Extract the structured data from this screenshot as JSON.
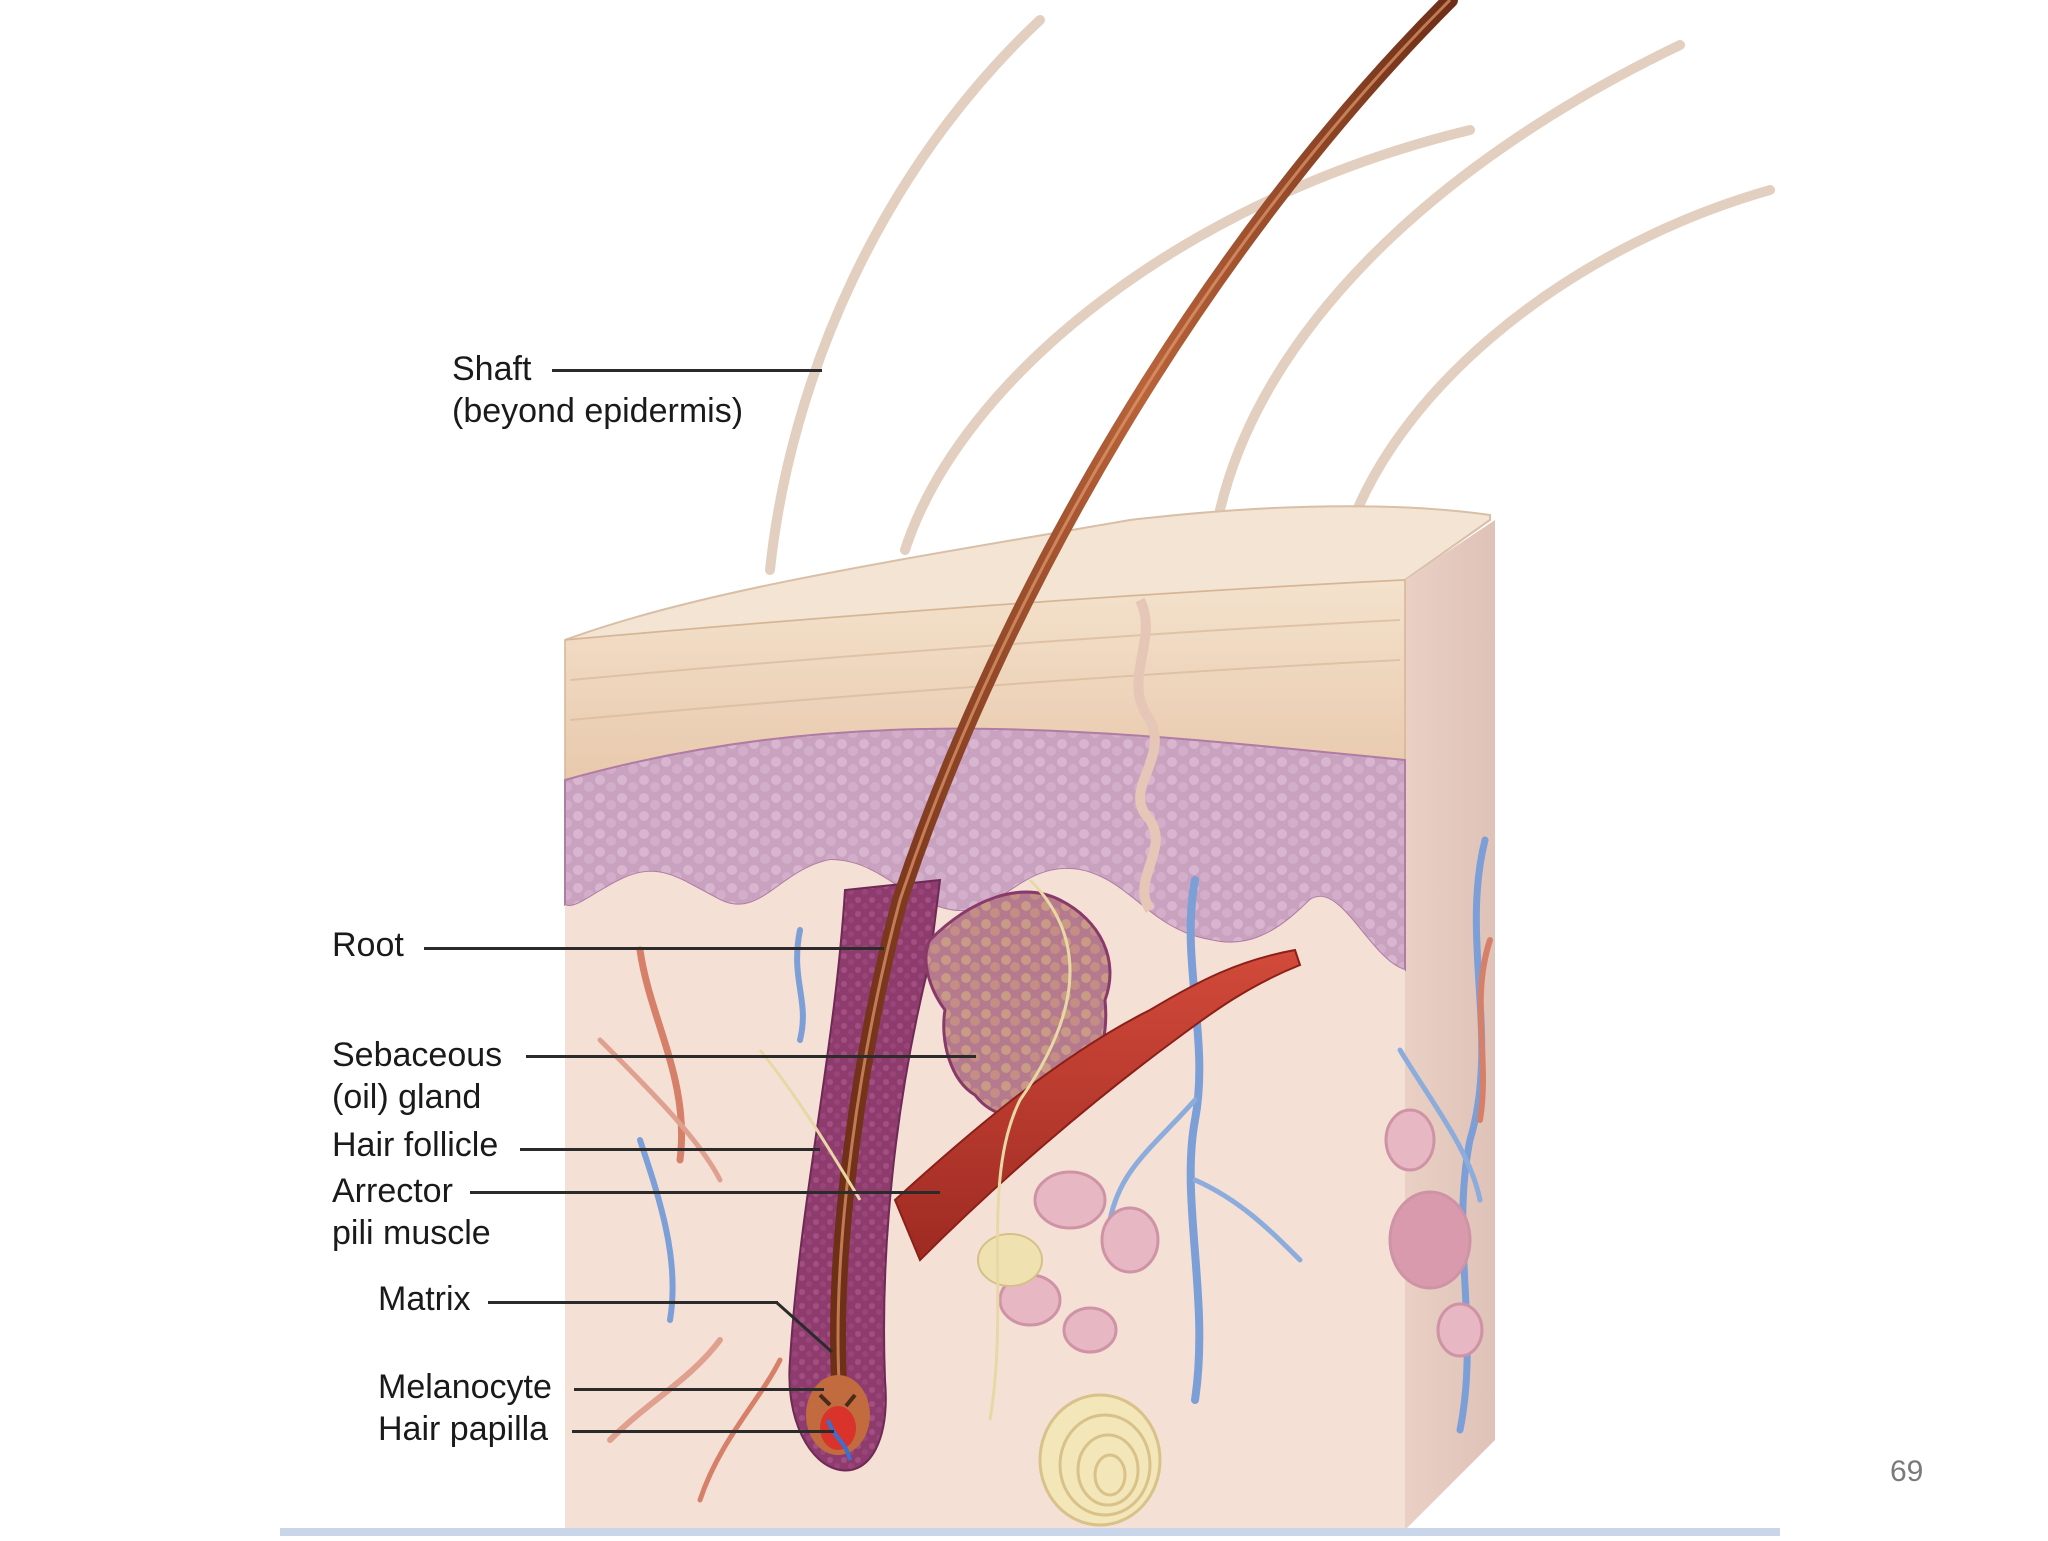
{
  "labels": {
    "shaft": {
      "line1": "Shaft",
      "line2": "(beyond epidermis)"
    },
    "root": {
      "line1": "Root"
    },
    "sebaceous": {
      "line1": "Sebaceous",
      "line2": "(oil) gland"
    },
    "follicle": {
      "line1": "Hair follicle"
    },
    "arrector": {
      "line1": "Arrector",
      "line2": "pili muscle"
    },
    "matrix": {
      "line1": "Matrix"
    },
    "melanocyte": {
      "line1": "Melanocyte"
    },
    "papilla": {
      "line1": "Hair papilla"
    }
  },
  "page_number": "69",
  "colors": {
    "epidermis": "#ecd3b8",
    "epidermis_top": "#f4e2cc",
    "papillary_layer": "#c89bb8",
    "dermis": "#f3ddd2",
    "follicle": "#8a3a6a",
    "hair_shaft": "#a0512e",
    "muscle": "#c0392b",
    "vein": "#7b9fd6",
    "artery": "#d6806a",
    "hair_surface": "#ead8c8"
  }
}
